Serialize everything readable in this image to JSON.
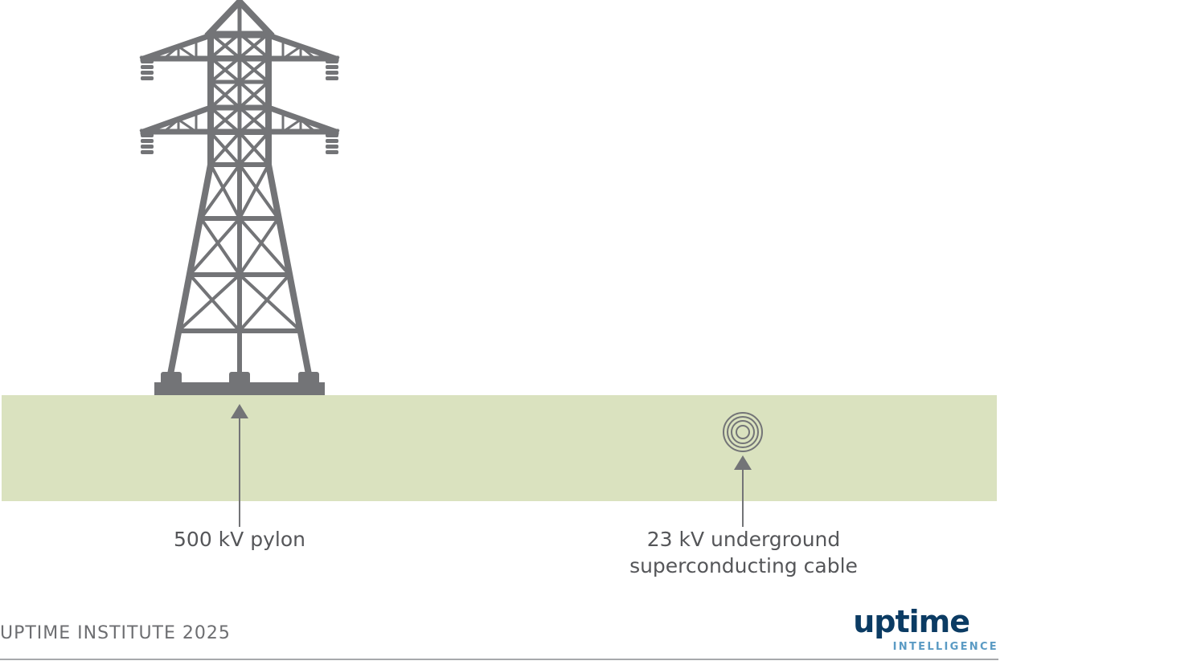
{
  "labels": {
    "pylon": "500 kV pylon",
    "cable_line1": "23 kV underground",
    "cable_line2": "superconducting cable"
  },
  "footer": {
    "credit": "UPTIME INSTITUTE 2025",
    "logo_word": "uptime",
    "logo_sub": "INTELLIGENCE"
  },
  "colors": {
    "ground": "#dae2bf",
    "structure": "#737477",
    "text": "#555659",
    "brand_dark": "#0b3b63",
    "brand_light": "#5b9bc4"
  },
  "icons": {
    "pylon": "transmission-tower-icon",
    "cable": "cable-cross-section-icon",
    "arrow": "arrow-up-icon"
  }
}
